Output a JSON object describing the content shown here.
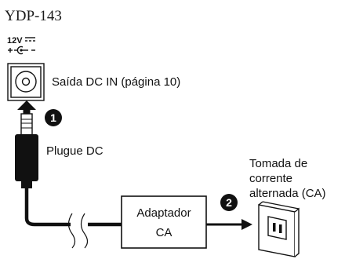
{
  "model": "YDP-143",
  "voltage_label": "12V",
  "jack_label": "Saída DC IN (página 10)",
  "plug_label": "Plugue DC",
  "adapter_line1": "Adaptador",
  "adapter_line2": "CA",
  "outlet_line1": "Tomada de",
  "outlet_line2": "corrente",
  "outlet_line3": "alternada (CA)",
  "step_1": "1",
  "step_2": "2",
  "colors": {
    "ink": "#111111",
    "badge": "#111111"
  }
}
